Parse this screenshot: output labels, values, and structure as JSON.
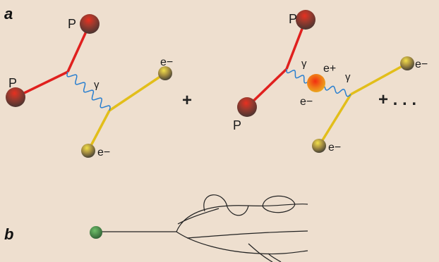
{
  "panel_a_label": "a",
  "panel_b_label": "b",
  "labels": {
    "proton": "P",
    "electron": "e−",
    "positron": "e+",
    "photon": "γ",
    "plus": "+",
    "ellipsis": "+ . . ."
  },
  "colors": {
    "background": "#EEDFCF",
    "proton_line": "#E0201E",
    "electron_line": "#E2BE1A",
    "photon_line": "#2A7FCF",
    "tree_line": "#222222",
    "seed_node": "#4E8B4A"
  }
}
